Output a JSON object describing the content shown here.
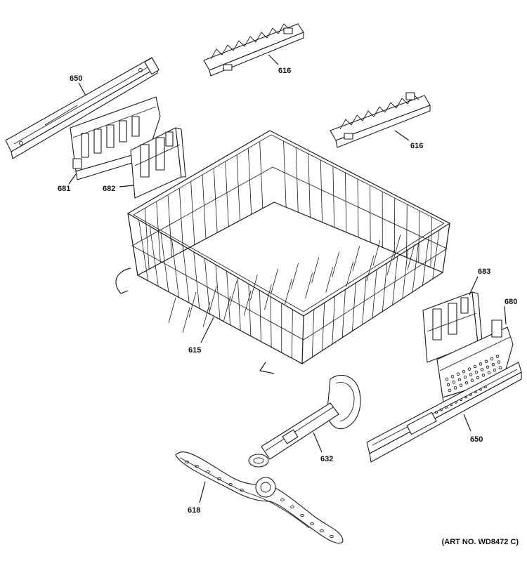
{
  "callouts": {
    "c650_top": "650",
    "c616_top": "616",
    "c616_mid": "616",
    "c681": "681",
    "c682": "682",
    "c683": "683",
    "c680": "680",
    "c615": "615",
    "c650_bottom": "650",
    "c632": "632",
    "c618": "618"
  },
  "art_number": "(ART NO. WD8472 C)"
}
